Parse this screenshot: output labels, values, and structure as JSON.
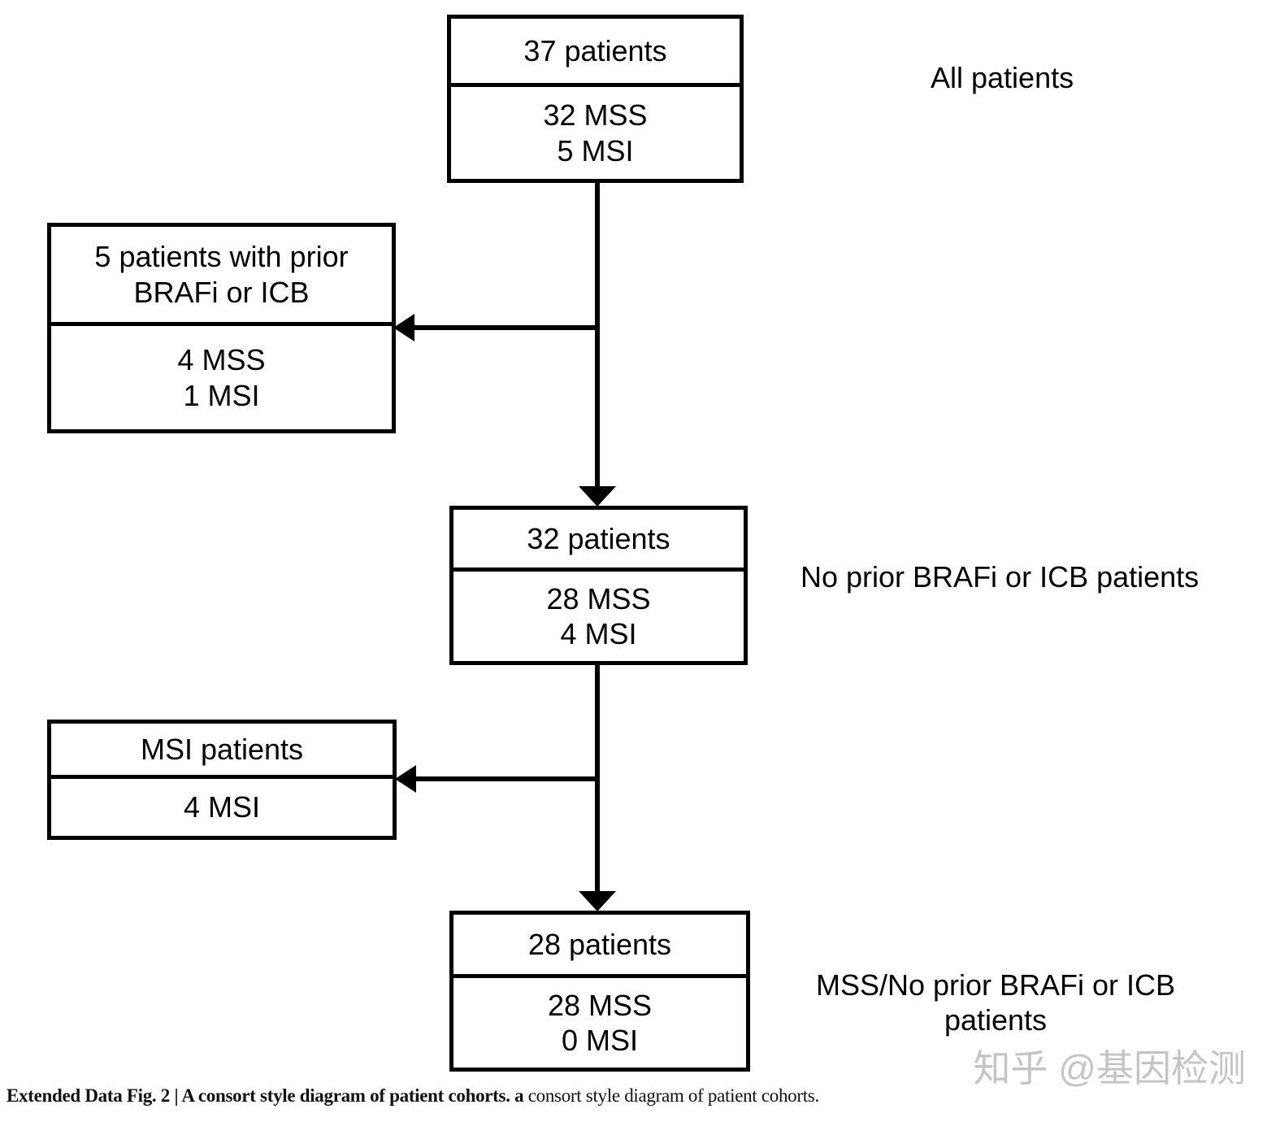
{
  "diagram": {
    "boxes": {
      "all": {
        "title": "37 patients",
        "line1": "32 MSS",
        "line2": "5 MSI"
      },
      "prior": {
        "title1": "5 patients with prior",
        "title2": "BRAFi or ICB",
        "line1": "4 MSS",
        "line2": "1 MSI"
      },
      "no_prior": {
        "title": "32 patients",
        "line1": "28 MSS",
        "line2": "4 MSI"
      },
      "msi": {
        "title": "MSI patients",
        "line1": "4 MSI"
      },
      "mss_no_prior": {
        "title": "28 patients",
        "line1": "28 MSS",
        "line2": "0 MSI"
      }
    },
    "side_labels": {
      "all": "All patients",
      "no_prior": "No prior BRAFi or ICB patients",
      "mss_no_prior": "MSS/No prior BRAFi or ICB patients"
    }
  },
  "caption": {
    "bold": "Extended Data Fig. 2 | A consort style diagram of patient cohorts. a",
    "regular": " consort style diagram of patient cohorts."
  },
  "watermark": "知乎 @基因检测",
  "colors": {
    "line": "#000000",
    "background": "#ffffff",
    "watermark": "#c4c4c4"
  }
}
